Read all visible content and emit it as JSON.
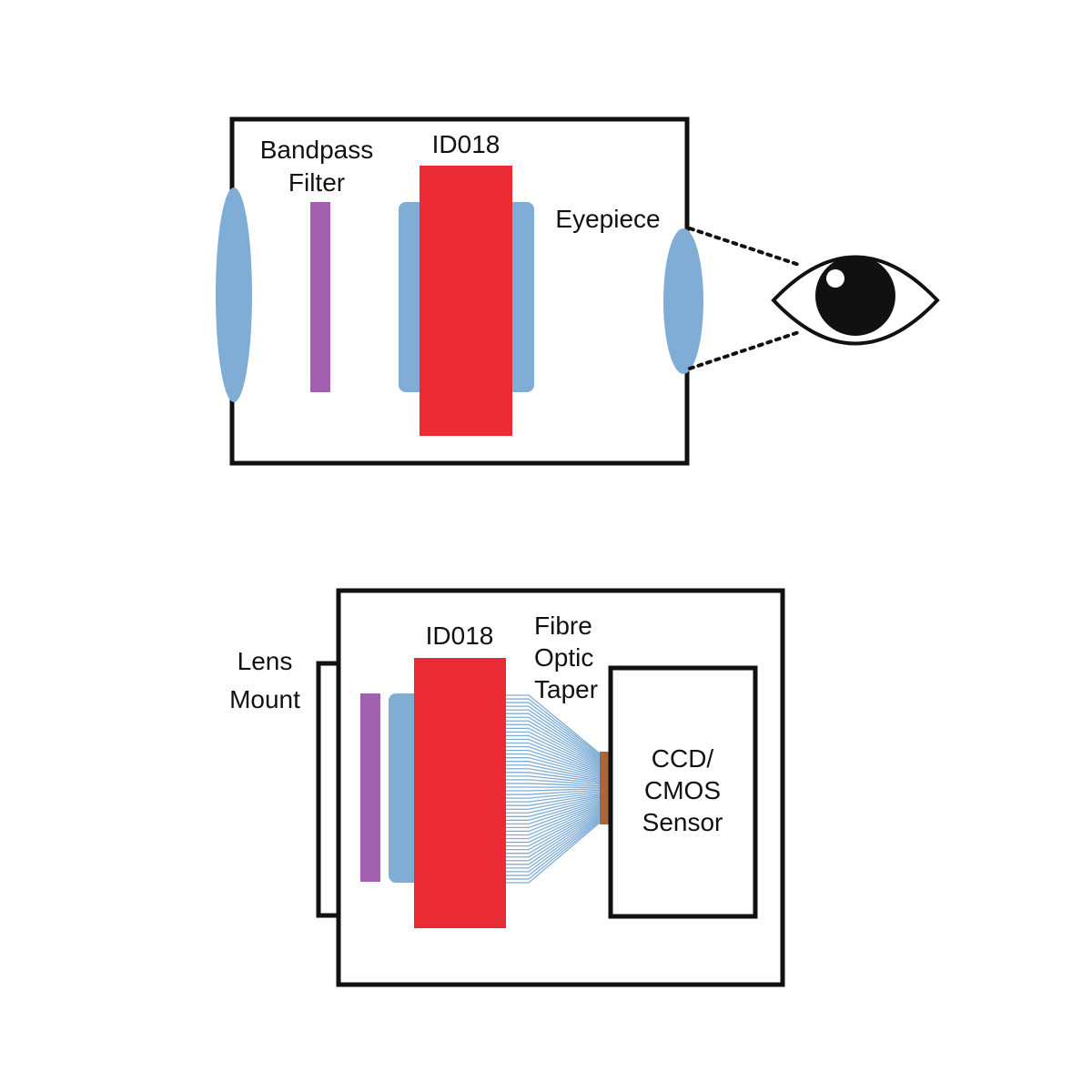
{
  "diagram_top": {
    "labels": {
      "bandpass_line1": "Bandpass",
      "bandpass_line2": "Filter",
      "id018": "ID018",
      "eyepiece": "Eyepiece"
    }
  },
  "diagram_bottom": {
    "labels": {
      "lens_mount_line1": "Lens",
      "lens_mount_line2": "Mount",
      "id018": "ID018",
      "taper_line1": "Fibre",
      "taper_line2": "Optic",
      "taper_line3": "Taper",
      "sensor_line1": "CCD/",
      "sensor_line2": "CMOS",
      "sensor_line3": "Sensor"
    }
  },
  "colors": {
    "outline": "#111111",
    "lens_blue": "#7fadd6",
    "filter_purple": "#a35fb0",
    "intensifier_red": "#ea2b34",
    "taper_line": "#7fadd6",
    "sensor_plate_brown": "#a9663a"
  }
}
